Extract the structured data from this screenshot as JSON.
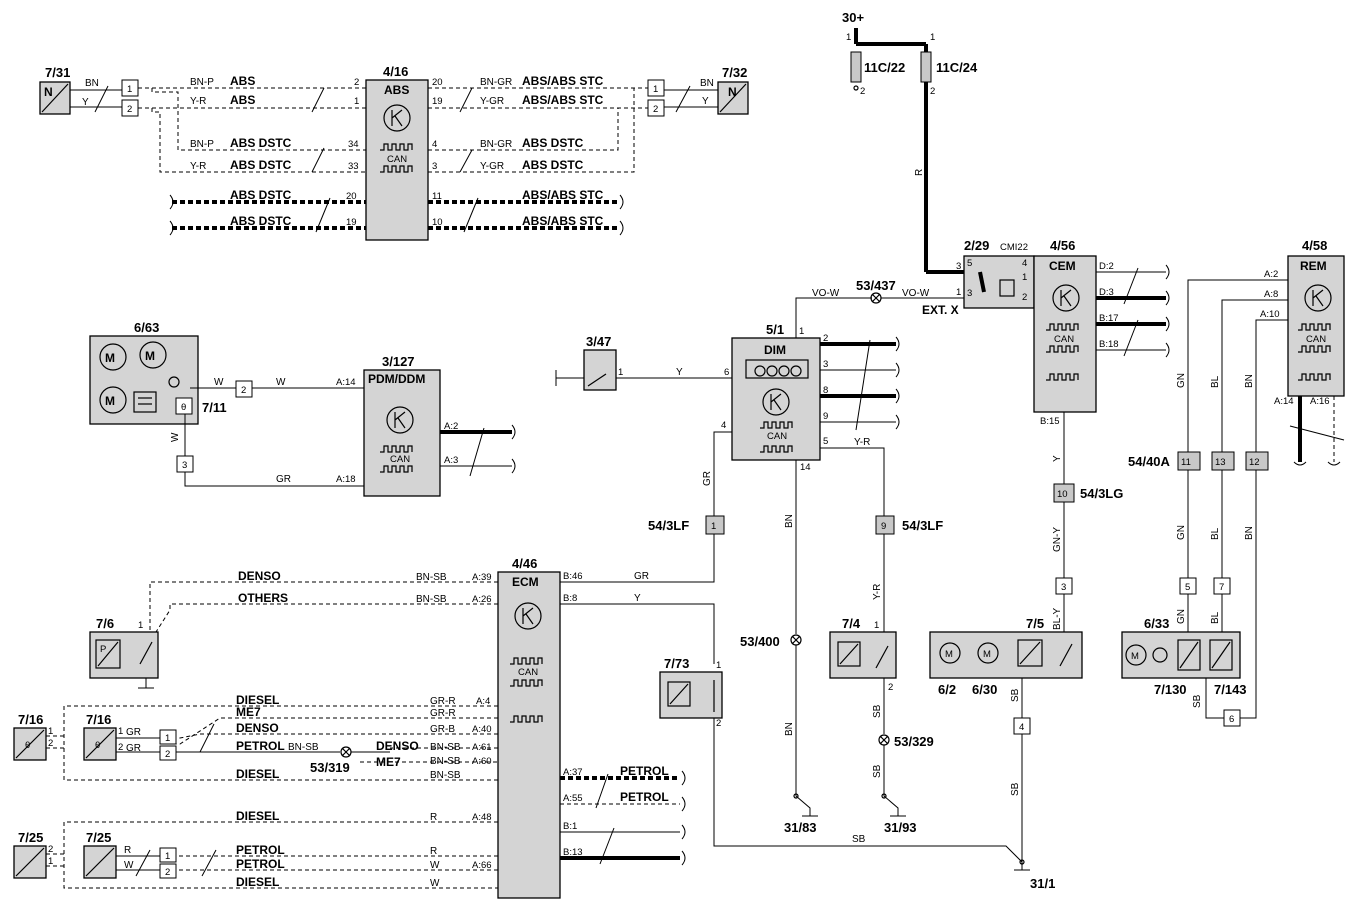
{
  "components": {
    "c7_31": "7/31",
    "c7_32": "7/32",
    "c4_16": "4/16",
    "abs": "ABS",
    "c6_63": "6/63",
    "c7_11": "7/11",
    "c3_127": "3/127",
    "pdm": "PDM/DDM",
    "c3_47": "3/47",
    "c5_1": "5/1",
    "dim": "DIM",
    "c53_437": "53/437",
    "c2_29": "2/29",
    "cmi22": "CMI22",
    "extx": "EXT. X",
    "c4_56": "4/56",
    "cem": "CEM",
    "c4_58": "4/58",
    "rem": "REM",
    "c30p": "30+",
    "c11c22": "11C/22",
    "c11c24": "11C/24",
    "c54_40a": "54/40A",
    "c54_3lg": "54/3LG",
    "c54_3lf": "54/3LF",
    "c4_46": "4/46",
    "ecm": "ECM",
    "c7_6": "7/6",
    "c7_73": "7/73",
    "c7_4": "7/4",
    "c7_5": "7/5",
    "c6_2": "6/2",
    "c6_30": "6/30",
    "c6_33": "6/33",
    "c7_130": "7/130",
    "c7_143": "7/143",
    "c53_400": "53/400",
    "c53_329": "53/329",
    "c53_319": "53/319",
    "c7_16": "7/16",
    "c7_25": "7/25",
    "g31_83": "31/83",
    "g31_93": "31/93",
    "g31_1": "31/1",
    "can": "CAN",
    "mN": "N",
    "mP": "P",
    "mM": "M"
  },
  "signals": {
    "abs_abs": "ABS",
    "abs_dstc": "ABS DSTC",
    "abs_abs_stc": "ABS/ABS STC",
    "denso": "DENSO",
    "others": "OTHERS",
    "diesel": "DIESEL",
    "me7": "ME7",
    "petrol": "PETROL"
  },
  "wires": {
    "BN": "BN",
    "Y": "Y",
    "BNP": "BN-P",
    "YR": "Y-R",
    "BNGR": "BN-GR",
    "YGR": "Y-GR",
    "W": "W",
    "GR": "GR",
    "R": "R",
    "VOW": "VO-W",
    "GN": "GN",
    "BL": "BL",
    "GNY": "GN-Y",
    "BLY": "BL-Y",
    "SB": "SB",
    "BNSB": "BN-SB",
    "GRR": "GR-R",
    "GRB": "GR-B"
  },
  "pins": {
    "p1": "1",
    "p2": "2",
    "p3": "3",
    "p4": "4",
    "p5": "5",
    "p6": "6",
    "p7": "7",
    "p8": "8",
    "p9": "9",
    "p10": "10",
    "p11": "11",
    "p12": "12",
    "p13": "13",
    "p14": "14",
    "p19": "19",
    "p20": "20",
    "p33": "33",
    "p34": "34",
    "A14": "A:14",
    "A18": "A:18",
    "A2": "A:2",
    "A3": "A:3",
    "A8": "A:8",
    "A10": "A:10",
    "A16": "A:16",
    "D2": "D:2",
    "D3": "D:3",
    "B17": "B:17",
    "B18": "B:18",
    "B15": "B:15",
    "A39": "A:39",
    "A26": "A:26",
    "B46": "B:46",
    "B8": "B:8",
    "A4": "A:4",
    "A40": "A:40",
    "A61": "A:61",
    "A60": "A:60",
    "A37": "A:37",
    "A55": "A:55",
    "A48": "A:48",
    "B1": "B:1",
    "B13": "B:13",
    "A66": "A:66"
  }
}
